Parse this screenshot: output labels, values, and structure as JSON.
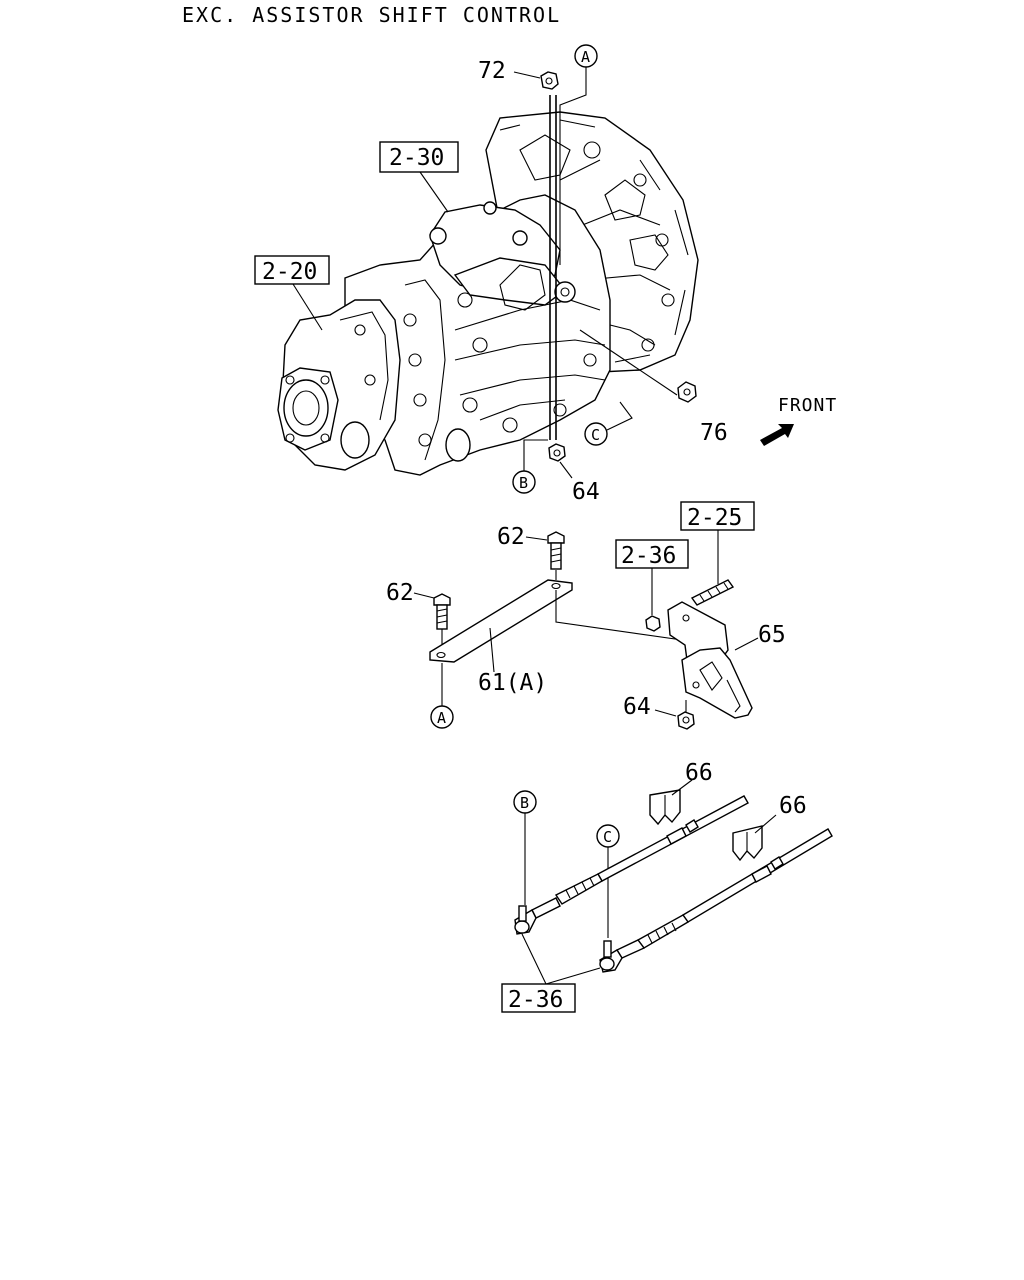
{
  "title": "EXC. ASSISTOR SHIFT CONTROL",
  "front_label": "FRONT",
  "ref_boxes": {
    "r230": "2-30",
    "r220": "2-20",
    "r225": "2-25",
    "r236_upper": "2-36",
    "r236_lower": "2-36"
  },
  "part_numbers": {
    "p72": "72",
    "p76": "76",
    "p64_top": "64",
    "p62_upper": "62",
    "p62_left": "62",
    "p61": "61(A)",
    "p65": "65",
    "p64_bottom": "64",
    "p66_left": "66",
    "p66_right": "66"
  },
  "circle_refs": {
    "a_top": "A",
    "b_top": "B",
    "c_top": "C",
    "a_bottom": "A",
    "b_bottom": "B",
    "c_bottom": "C"
  }
}
